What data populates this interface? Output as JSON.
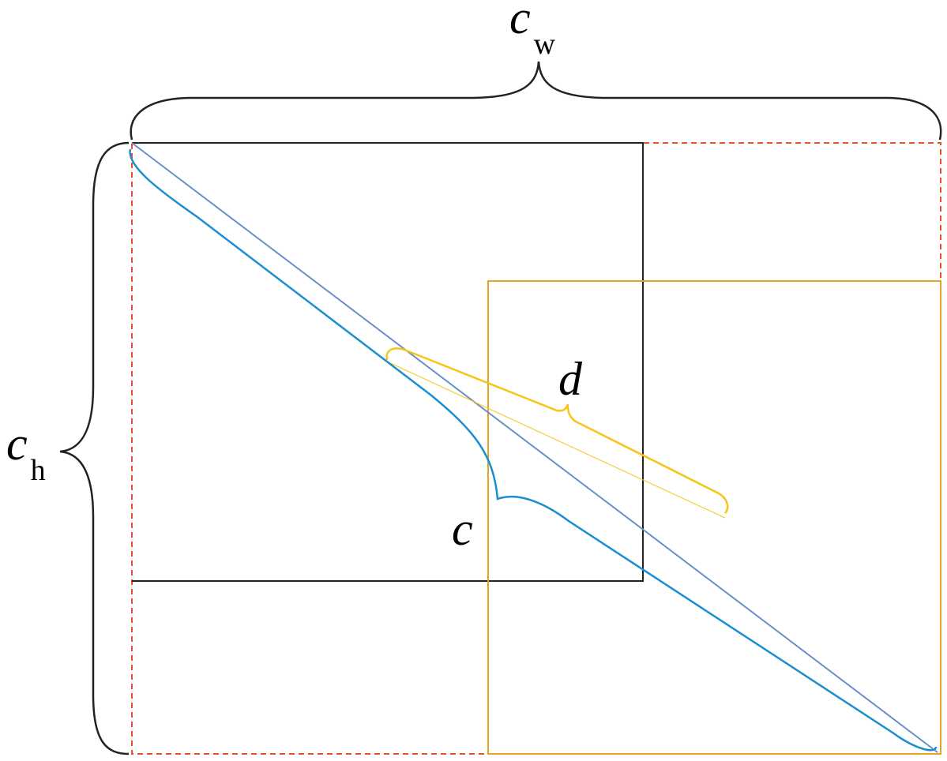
{
  "labels": {
    "cw": {
      "main": "c",
      "sub": "w"
    },
    "ch": {
      "main": "c",
      "sub": "h"
    },
    "d": "d",
    "c": "c"
  },
  "colors": {
    "enclosing_box": "#e8502a",
    "predicted_box": "#222222",
    "ground_truth_box": "#e6a320",
    "diagonal": "#6a8fc8",
    "brace_c": "#1a8fcf",
    "brace_d": "#f5c518",
    "brace_outer": "#222222"
  }
}
